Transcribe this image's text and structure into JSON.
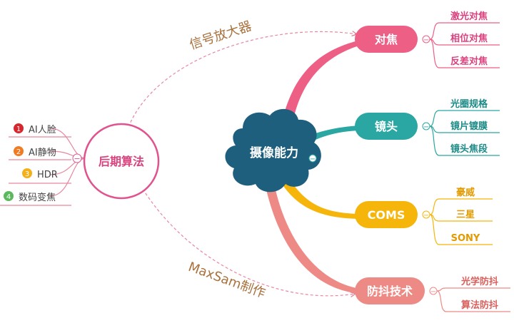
{
  "center": {
    "label": "摄像能力",
    "color": "#1f5f7e"
  },
  "left_node": {
    "label": "后期算法",
    "color": "#e0538f"
  },
  "left_items": [
    {
      "num": "1",
      "label": "AI人脸",
      "badge_color": "#d8262e"
    },
    {
      "num": "2",
      "label": "AI静物",
      "badge_color": "#f07b22"
    },
    {
      "num": "3",
      "label": "HDR",
      "badge_color": "#f3b018"
    },
    {
      "num": "4",
      "label": "数码变焦",
      "badge_color": "#5cb85c"
    }
  ],
  "annotations": {
    "top": "信号放大器",
    "bottom": "MaxSam制作"
  },
  "branches": [
    {
      "label": "对焦",
      "color": "#ee5f86",
      "children": [
        "激光对焦",
        "相位对焦",
        "反差对焦"
      ]
    },
    {
      "label": "镜头",
      "color": "#2aa7a2",
      "children": [
        "光圈规格",
        "镜片镀膜",
        "镜头焦段"
      ]
    },
    {
      "label": "COMS",
      "color": "#f5b50a",
      "children": [
        "豪威",
        "三星",
        "SONY"
      ]
    },
    {
      "label": "防抖技术",
      "color": "#ee8a86",
      "children": [
        "光学防抖",
        "算法防抖"
      ]
    }
  ],
  "collapse_symbol": "−"
}
